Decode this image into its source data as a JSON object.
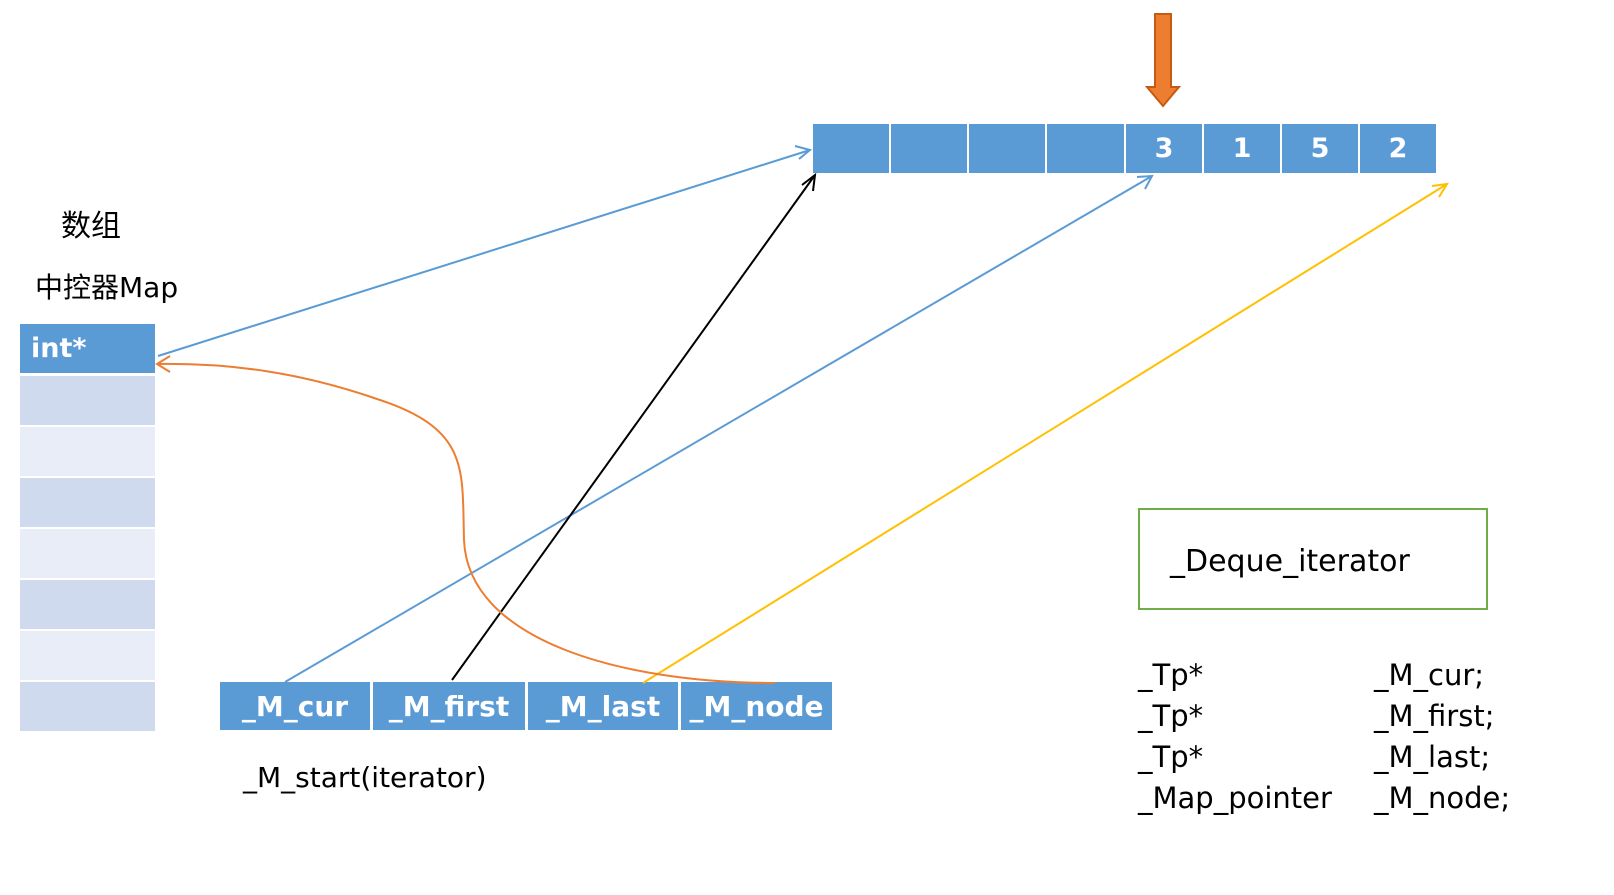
{
  "labels": {
    "array": "数组",
    "map": "中控器Map",
    "start_iterator": "_M_start(iterator)"
  },
  "buffer": {
    "cells": [
      "",
      "",
      "",
      "",
      "3",
      "1",
      "5",
      "2"
    ]
  },
  "map": {
    "head": "int*",
    "empty_rows": 7
  },
  "iterator": {
    "fields": [
      "_M_cur",
      "_M_first",
      "_M_last",
      "_M_node"
    ]
  },
  "deque_iterator_box": {
    "title": "_Deque_iterator"
  },
  "declarations": [
    {
      "type": "_Tp*",
      "name": "_M_cur;"
    },
    {
      "type": "_Tp*",
      "name": "_M_first;"
    },
    {
      "type": "_Tp*",
      "name": "_M_last;"
    },
    {
      "type": "_Map_pointer",
      "name": "_M_node;"
    }
  ],
  "colors": {
    "cell_blue": "#5b9bd5",
    "arrow_blue": "#5b9bd5",
    "arrow_black": "#000000",
    "arrow_yellow": "#ffc000",
    "arrow_orange": "#ed7d31",
    "box_border": "#70ad47",
    "map_dark": "#cfdaee",
    "map_light": "#e8edf7"
  },
  "arrows": [
    {
      "name": "cur-to-current-element",
      "from": "_M_cur",
      "to": "3"
    },
    {
      "name": "first-to-buffer-start",
      "from": "_M_first",
      "to": "buffer-start"
    },
    {
      "name": "last-to-buffer-end",
      "from": "_M_last",
      "to": "buffer-end"
    },
    {
      "name": "node-to-map-slot",
      "from": "_M_node",
      "to": "int*"
    },
    {
      "name": "map-slot-to-buffer",
      "from": "int*",
      "to": "buffer-start"
    }
  ],
  "marker": {
    "name": "current-position-arrow",
    "icon": "orange-down-arrow-icon"
  }
}
